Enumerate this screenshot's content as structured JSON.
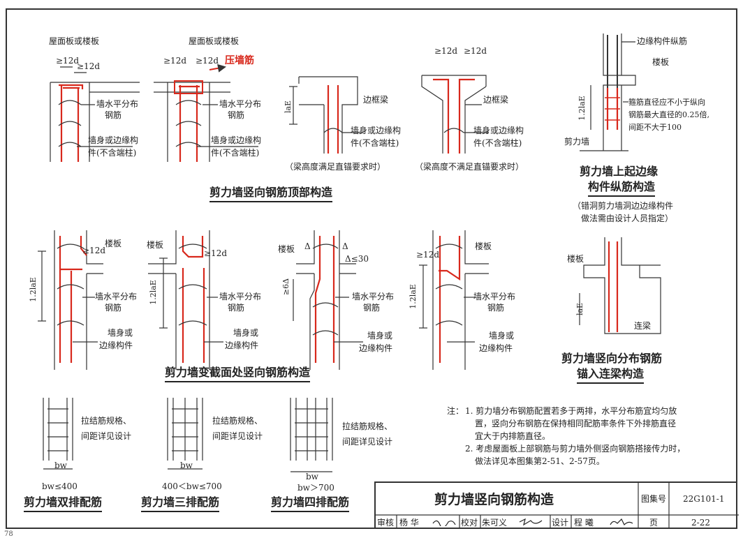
{
  "colors": {
    "rebar": "#d8281c",
    "line": "#333333",
    "concrete": "#ffffff"
  },
  "top_details": {
    "d1": {
      "slab": "屋面板或楼板",
      "dim_a": "≥12d",
      "dim_b": "≥12d",
      "label1": "墙水平分布",
      "label1b": "钢筋",
      "label2": "墙身或边缘构",
      "label2b": "件(不含端柱)"
    },
    "d2": {
      "slab": "屋面板或楼板",
      "dim_a": "≥12d",
      "dim_b": "≥12d",
      "press": "压墙筋",
      "label1": "墙水平分布",
      "label1b": "钢筋",
      "label2": "墙身或边缘构",
      "label2b": "件(不含端柱)"
    },
    "d3": {
      "beam": "边框梁",
      "lae": "laE",
      "label2": "墙身或边缘构",
      "label2b": "件(不含端柱)",
      "caption": "（梁高度满足直锚要求时）"
    },
    "d4": {
      "dim_a": "≥12d",
      "dim_b": "≥12d",
      "beam": "边框梁",
      "label2": "墙身或边缘构",
      "label2b": "件(不含端柱)",
      "caption": "（梁高度不满足直锚要求时）"
    },
    "section_title": "剪力墙竖向钢筋顶部构造"
  },
  "edge_detail": {
    "l1": "边缘构件纵筋",
    "l2": "楼板",
    "note1": "箍筋直径应不小于纵向",
    "note2": "钢筋最大直径的0.25倍,",
    "note3": "间距不大于100",
    "wall": "剪力墙",
    "lae": "1.2laE",
    "title1": "剪力墙上起边缘",
    "title2": "构件纵筋构造",
    "sub1": "（错洞剪力墙洞边边缘构件",
    "sub2": "做法需由设计人员指定）"
  },
  "section_change": {
    "d1": {
      "dim": "≥12d",
      "slab": "楼板",
      "lae": "1.2laE",
      "l1": "墙水平分布",
      "l1b": "钢筋",
      "l2": "墙身或",
      "l2b": "边缘构件"
    },
    "d2": {
      "slab": "楼板",
      "dim": "≥12d",
      "lae": "1.2laE",
      "l1": "墙水平分布",
      "l1b": "钢筋",
      "l2": "墙身或",
      "l2b": "边缘构件"
    },
    "d3": {
      "slab": "楼板",
      "delta": "Δ",
      "delta2": "Δ",
      "cond": "Δ≤30",
      "six": "≥6Δ",
      "l1": "墙水平分布",
      "l1b": "钢筋",
      "l2": "墙身或",
      "l2b": "边缘构件"
    },
    "d4": {
      "dim": "≥12d",
      "slab": "楼板",
      "lae": "1.2laE",
      "l1": "墙水平分布",
      "l1b": "钢筋",
      "l2": "墙身或",
      "l2b": "边缘构件"
    },
    "section_title": "剪力墙变截面处竖向钢筋构造"
  },
  "coupling": {
    "slab": "楼板",
    "lae": "laE",
    "beam": "连梁",
    "title1": "剪力墙竖向分布钢筋",
    "title2": "锚入连梁构造"
  },
  "layouts": [
    {
      "label": "拉结筋规格、",
      "label2": "间距详见设计",
      "bw": "bw",
      "cond": "bw≤400",
      "title": "剪力墙双排配筋"
    },
    {
      "label": "拉结筋规格、",
      "label2": "间距详见设计",
      "bw": "bw",
      "cond": "400＜bw≤700",
      "title": "剪力墙三排配筋"
    },
    {
      "label": "拉结筋规格、",
      "label2": "间距详见设计",
      "bw": "bw",
      "cond": "bw＞700",
      "title": "剪力墙四排配筋"
    }
  ],
  "notes": {
    "head": "注：",
    "n1a": "1. 剪力墙分布钢筋配置若多于两排，水平分布筋宜均匀放",
    "n1b": "置，竖向分布钢筋在保持相同配筋率条件下外排筋直径",
    "n1c": "宜大于内排筋直径。",
    "n2a": "2. 考虑屋面板上部钢筋与剪力墙外侧竖向钢筋搭接传力时，",
    "n2b": "做法详见本图集第2-51、2-57页。"
  },
  "title_block": {
    "title": "剪力墙竖向钢筋构造",
    "atlas_label": "图集号",
    "atlas": "22G101-1",
    "review": "审核",
    "reviewer": "杨 华",
    "check": "校对",
    "checker": "朱可义",
    "design": "设计",
    "designer": "程 曦",
    "page_label": "页",
    "page": "2-22"
  },
  "footer_page": "78"
}
